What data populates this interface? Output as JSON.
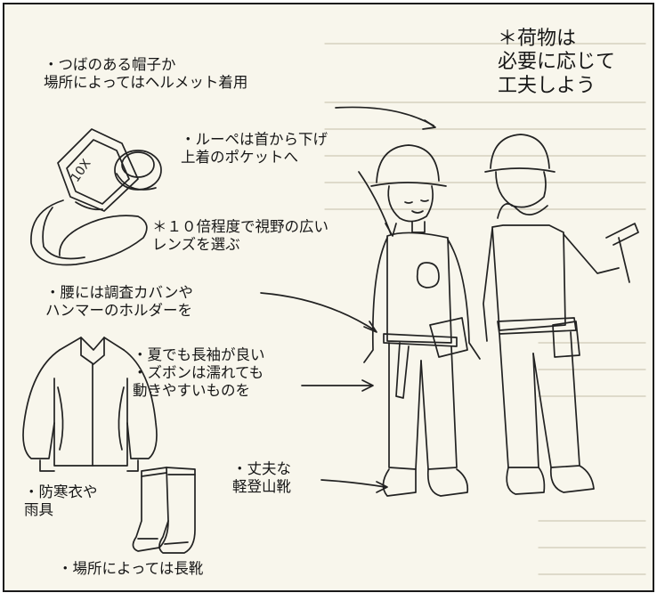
{
  "labels": {
    "hat": "・つばのある帽子か\n場所によってはヘルメット着用",
    "luggage": "＊荷物は\n必要に応じて\n工夫しよう",
    "loupe": "・ルーペは首から下げ\n上着のポケットへ",
    "lens": "＊１０倍程度で視野の広い\nレンズを選ぶ",
    "waist": "・腰には調査カバンや\nハンマーのホルダーを",
    "sleeves": "・夏でも長袖が良い\n・ズボンは濡れても\n動きやすいものを",
    "jacket": "・防寒衣や\n雨具",
    "shoes": "・丈夫な\n軽登山靴",
    "boots": "・場所によっては長靴"
  },
  "loupe_marking": "10X"
}
